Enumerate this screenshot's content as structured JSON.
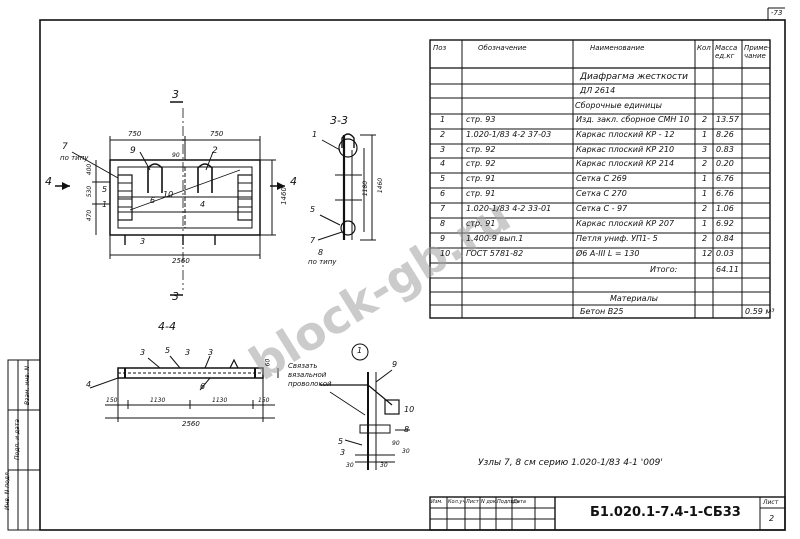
{
  "page": {
    "corner_number": "-73"
  },
  "watermark": "block-gb.ru",
  "spec": {
    "headers": {
      "pos": "Поз",
      "designation": "Обозначение",
      "name": "Наименование",
      "qty": "Кол",
      "mass": "Масса ед.кг",
      "note": "Приме-чание"
    },
    "title1": "Диафрагма жесткости",
    "title2": "ДЛ 2614",
    "section_units": "Сборочные единицы",
    "rows": [
      {
        "pos": "1",
        "des": "стр. 93",
        "name": "Изд. закл. сборное СМН 10",
        "qty": "2",
        "mass": "13.57"
      },
      {
        "pos": "2",
        "des": "1.020-1/83 4-2 37-03",
        "name": "Каркас плоский КР - 12",
        "qty": "1",
        "mass": "8.26"
      },
      {
        "pos": "3",
        "des": "стр. 92",
        "name": "Каркас плоский КР 210",
        "qty": "3",
        "mass": "0.83"
      },
      {
        "pos": "4",
        "des": "стр. 92",
        "name": "Каркас плоский КР 214",
        "qty": "2",
        "mass": "0.20"
      },
      {
        "pos": "5",
        "des": "стр. 91",
        "name": "Сетка С 269",
        "qty": "1",
        "mass": "6.76"
      },
      {
        "pos": "6",
        "des": "стр. 91",
        "name": "Сетка С 270",
        "qty": "1",
        "mass": "6.76"
      },
      {
        "pos": "7",
        "des": "1.020-1/83 4-2 33-01",
        "name": "Сетка С - 97",
        "qty": "2",
        "mass": "1.06"
      },
      {
        "pos": "8",
        "des": "стр. 91",
        "name": "Каркас плоский КР 207",
        "qty": "1",
        "mass": "6.92"
      },
      {
        "pos": "9",
        "des": "1.400-9 вып.1",
        "name": "Петля униф. УП1- 5",
        "qty": "2",
        "mass": "0.84"
      },
      {
        "pos": "10",
        "des": "ГОСТ 5781-82",
        "name": "Ø6 А-III  L = 130",
        "qty": "12",
        "mass": "0.03"
      }
    ],
    "total_label": "Итого:",
    "total_value": "64.11",
    "materials_label": "Материалы",
    "material_name": "Бетон В25",
    "material_value": "0.59 м³"
  },
  "views": {
    "plan_section_mark": "3",
    "plan_side_mark": "4",
    "section33_title": "3-3",
    "section44_title": "4-4",
    "node_mark": "1",
    "po_tipu": "по типу",
    "tie_note1": "Связать",
    "tie_note2": "вязальной",
    "tie_note3": "проволокой",
    "dims_plan": {
      "top_left": "750",
      "top_right": "750",
      "bottom": "2560",
      "right": "1460",
      "left1": "400",
      "left2": "530",
      "left3": "470",
      "d90": "90"
    },
    "dims_33": {
      "h": "1460",
      "h2": "1180"
    },
    "dims_44": {
      "d150a": "150",
      "d1130a": "1130",
      "d1130b": "1130",
      "d150b": "150",
      "total": "2560",
      "h": "60"
    },
    "dims_node": {
      "d30a": "30",
      "d30b": "30",
      "d90": "90",
      "d30c": "30"
    },
    "leaders": [
      "1",
      "2",
      "3",
      "4",
      "5",
      "6",
      "7",
      "8",
      "9",
      "10"
    ]
  },
  "note_bottom": "Узлы 7, 8 см  серию 1.020-1/83 4-1 '009'",
  "stamp": {
    "cols": [
      "Изм.",
      "Кол.уч",
      "Лист",
      "N док.",
      "Подпись",
      "Дата"
    ],
    "code": "Б1.020.1-7.4-1-СБ33",
    "sheet_label": "Лист",
    "sheet_num": "2"
  },
  "side_stamp": [
    "Инв. N подл.",
    "Подп. и дата",
    "Взам. инв. N"
  ]
}
